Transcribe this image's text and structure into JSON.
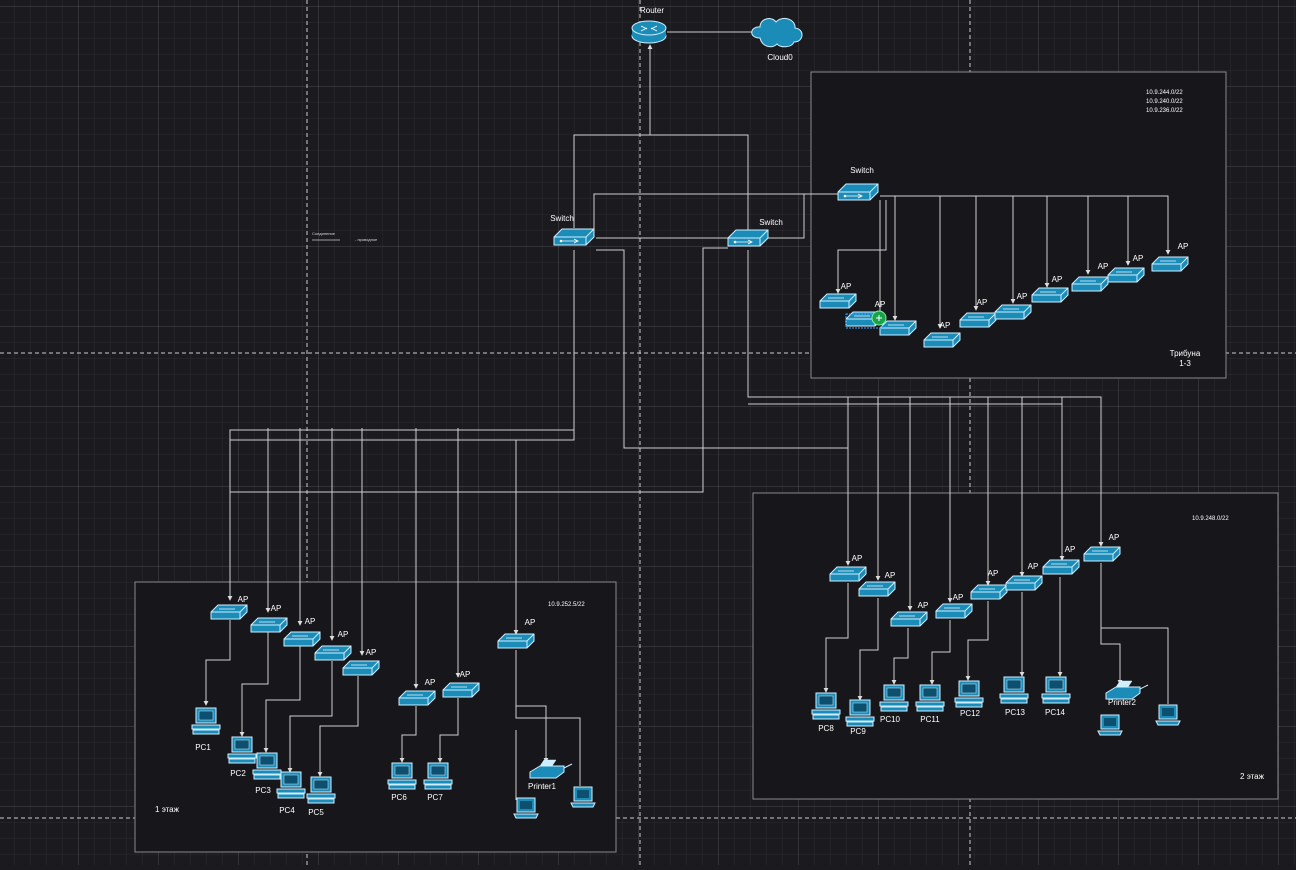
{
  "router": {
    "label": "Router",
    "icon": "router-icon"
  },
  "cloud": {
    "label": "Cloud0",
    "icon": "cloud-icon"
  },
  "switches": {
    "main": "Switch",
    "second": "Switch",
    "tribune": "Switch"
  },
  "legend": {
    "line_label": "Соединение",
    "desc": "- проводное"
  },
  "zones": {
    "floor1": {
      "name": "1 этаж",
      "subnet": "10.9.252.5/22"
    },
    "floor2": {
      "name": "2 этаж",
      "subnet": "10.9.248.0/22"
    },
    "tribune": {
      "name_line1": "Трибуна",
      "name_line2": "1-3",
      "subnets": [
        "10.9.244.0/22",
        "10.9.240.0/22",
        "10.9.236.0/22"
      ]
    }
  },
  "ap_label": "AP",
  "pcs": {
    "pc1": "PC1",
    "pc2": "PC2",
    "pc3": "PC3",
    "pc4": "PC4",
    "pc5": "PC5",
    "pc6": "PC6",
    "pc7": "PC7",
    "pc8": "PC8",
    "pc9": "PC9",
    "pc10": "PC10",
    "pc11": "PC11",
    "pc12": "PC12",
    "pc13": "PC13",
    "pc14": "PC14"
  },
  "printers": {
    "p1": "Printer1",
    "p2": "Printer2"
  },
  "colors": {
    "device_fill": "#1b8bb8",
    "device_stroke": "#cfefff",
    "wire": "#cfcfcf",
    "zone_border": "#8a8a8a",
    "grid_major": "#ffffff",
    "background": "#1a1a1f"
  }
}
